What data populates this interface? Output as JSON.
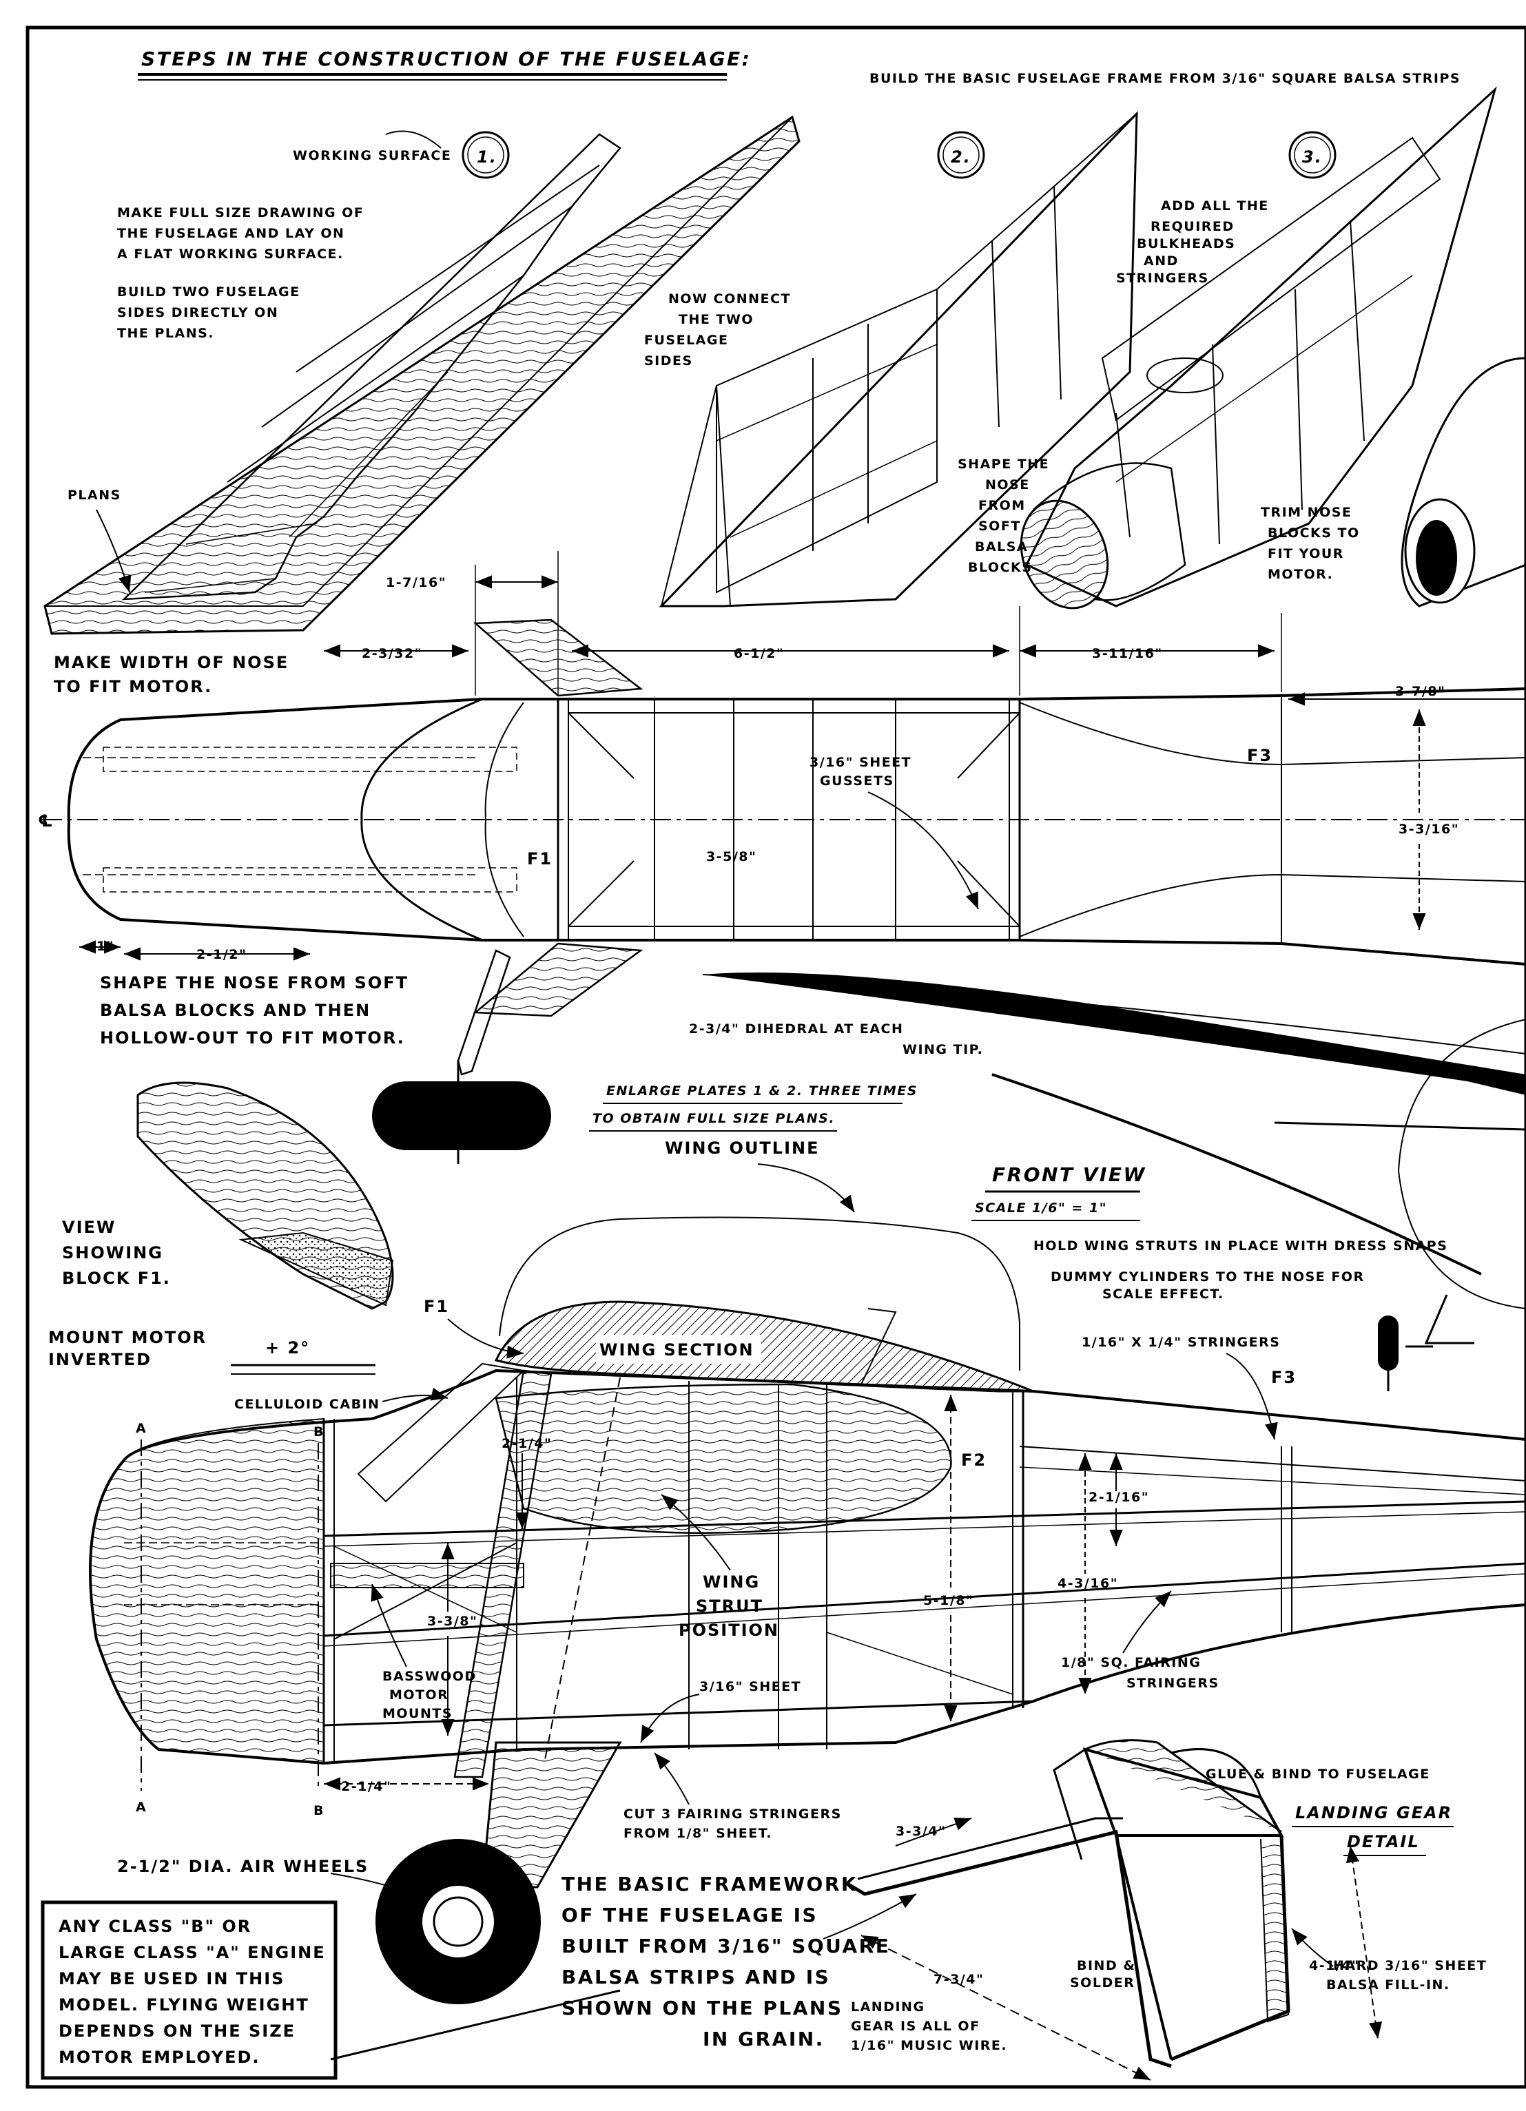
{
  "title": "STEPS IN THE CONSTRUCTION OF THE FUSELAGE:",
  "build_frame": "BUILD THE BASIC FUSELAGE FRAME FROM 3/16\" SQUARE BALSA STRIPS",
  "steps": {
    "s1": "1.",
    "s2": "2.",
    "s3": "3.",
    "working_surface": "WORKING SURFACE",
    "make_full_size": [
      "MAKE FULL SIZE DRAWING OF",
      "THE FUSELAGE AND LAY ON",
      "A FLAT WORKING SURFACE."
    ],
    "build_two": [
      "BUILD TWO FUSELAGE",
      "SIDES DIRECTLY ON",
      "THE PLANS."
    ],
    "plans": "PLANS",
    "now_connect": [
      "NOW CONNECT",
      "THE TWO",
      "FUSELAGE",
      "SIDES"
    ],
    "shape_nose": [
      "SHAPE THE",
      "NOSE",
      "FROM",
      "SOFT",
      "BALSA",
      "BLOCKS"
    ],
    "add_all": [
      "ADD ALL THE",
      "REQUIRED",
      "BULKHEADS",
      "AND",
      "STRINGERS"
    ],
    "trim_nose": [
      "TRIM NOSE",
      "BLOCKS TO",
      "FIT YOUR",
      "MOTOR."
    ]
  },
  "top_view": {
    "d1": "1-7/16\"",
    "d2": "2-3/32\"",
    "d3": "6-1/2\"",
    "d4": "3-11/16\"",
    "d5": "3-7/8\"",
    "make_width": [
      "MAKE WIDTH OF NOSE",
      "TO FIT MOTOR."
    ],
    "centerline": "℄",
    "f1": "F1",
    "f3": "F3",
    "d6": "3-5/8\"",
    "d7": "3-3/16\"",
    "gussets": [
      "3/16\" SHEET",
      "GUSSETS"
    ],
    "d8": "1\"",
    "d9": "2-1/2\"",
    "shape_nose": [
      "SHAPE THE NOSE FROM SOFT",
      "BALSA BLOCKS AND THEN",
      "HOLLOW-OUT TO FIT MOTOR."
    ]
  },
  "dihedral": [
    "2-3/4\" DIHEDRAL AT EACH",
    "WING TIP."
  ],
  "enlarge": [
    "ENLARGE PLATES 1 & 2. THREE TIMES",
    "TO OBTAIN FULL SIZE PLANS."
  ],
  "wing_outline": "WING OUTLINE",
  "front_view": "FRONT VIEW",
  "front_scale": "SCALE 1/6\" = 1\"",
  "hold_struts": "HOLD WING STRUTS IN PLACE WITH DRESS SNAPS",
  "dummy_cyl": [
    "DUMMY CYLINDERS TO THE NOSE FOR",
    "SCALE EFFECT."
  ],
  "view_block": [
    "VIEW",
    "SHOWING",
    "BLOCK F1."
  ],
  "side_view": {
    "mount_motor": [
      "MOUNT MOTOR",
      "INVERTED"
    ],
    "angle": "+ 2°",
    "f1": "F1",
    "wing_section": "WING SECTION",
    "celluloid": "CELLULOID CABIN",
    "a_top": "A",
    "b_top": "B",
    "a_bot": "A",
    "b_bot": "B",
    "d1": "2-1/4\"",
    "f2": "F2",
    "f3": "F3",
    "stringers": "1/16\" X 1/4\" STRINGERS",
    "d2": "2-1/16\"",
    "wing_strut": [
      "WING",
      "STRUT",
      "POSITION"
    ],
    "d3": "5-1/8\"",
    "d4": "4-3/16\"",
    "d5": "3-3/8\"",
    "fairing": [
      "1/8\" SQ. FAIRING",
      "STRINGERS"
    ],
    "basswood": [
      "BASSWOOD",
      "MOTOR",
      "MOUNTS"
    ],
    "sheet": "3/16\" SHEET",
    "d6": "2-1/4\"",
    "cut3": [
      "CUT 3 FAIRING STRINGERS",
      "FROM 1/8\" SHEET."
    ]
  },
  "air_wheels": "2-1/2\" DIA. AIR WHEELS",
  "framework": [
    "THE BASIC FRAMEWORK",
    "OF THE FUSELAGE IS",
    "BUILT FROM 3/16\" SQUARE",
    "BALSA STRIPS AND IS",
    "SHOWN ON THE PLANS",
    "IN GRAIN."
  ],
  "note_box": [
    "ANY CLASS \"B\" OR",
    "LARGE CLASS \"A\" ENGINE",
    "MAY BE USED IN THIS",
    "MODEL. FLYING WEIGHT",
    "DEPENDS ON THE SIZE",
    "MOTOR EMPLOYED."
  ],
  "gear": {
    "glue_bind": "GLUE & BIND TO FUSELAGE",
    "title": [
      "LANDING GEAR",
      "DETAIL"
    ],
    "d1": "3-3/4\"",
    "d2": "7-3/4\"",
    "d3": "4-1/4\"",
    "bind_solder": [
      "BIND &",
      "SOLDER"
    ],
    "hard_sheet": [
      "HARD 3/16\" SHEET",
      "BALSA FILL-IN."
    ],
    "landing_gear": [
      "LANDING",
      "GEAR IS ALL OF",
      "1/16\" MUSIC WIRE."
    ]
  }
}
